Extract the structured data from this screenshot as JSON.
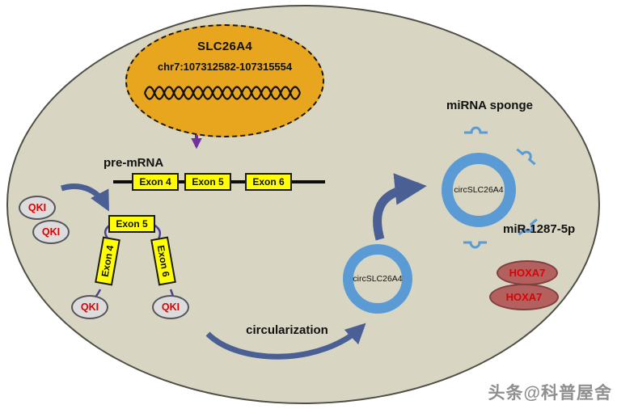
{
  "colors": {
    "cell_fill": "#d8d6c2",
    "nucleus_fill": "#e8a61e",
    "exon_fill": "#ffff00",
    "arrow_blue": "#4a5f94",
    "arrow_purple": "#7030a0",
    "ring_blue": "#5b9bd5",
    "qki_text": "#e00000",
    "hoxa7_fill": "#b4605f"
  },
  "icons": {
    "dna_helix": "double-wave svg shape",
    "mirna_hairpin": "stem-loop svg shape"
  },
  "nucleus": {
    "gene": "SLC26A4",
    "locus": "chr7:107312582-107315554"
  },
  "premrna": {
    "label": "pre-mRNA",
    "exons": [
      {
        "label": "Exon 4"
      },
      {
        "label": "Exon 5"
      },
      {
        "label": "Exon 6"
      }
    ]
  },
  "complex": {
    "exon5": "Exon 5",
    "exon4": "Exon 4",
    "exon6": "Exon 6"
  },
  "proteins": {
    "qki": "QKI"
  },
  "process": {
    "circularization": "circularization"
  },
  "circles": {
    "label": "circSLC26A4"
  },
  "sponge": {
    "title": "miRNA sponge",
    "mirna": "miR-1287-5p",
    "target": "HOXA7"
  },
  "watermark": {
    "text": "头条@科普屋舍"
  }
}
